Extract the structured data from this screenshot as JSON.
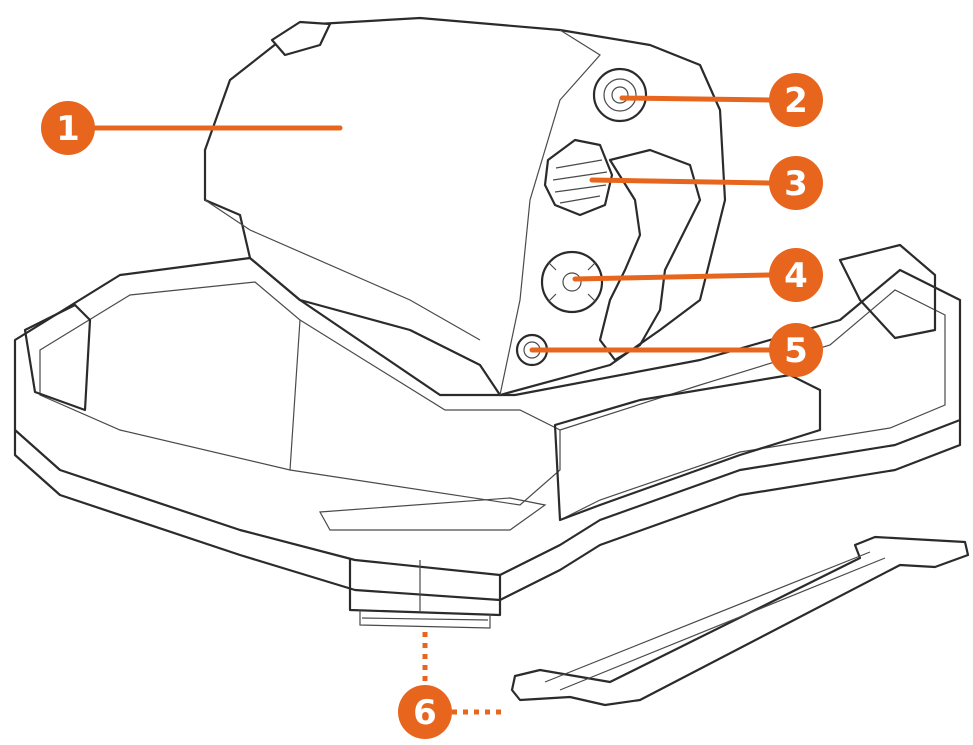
{
  "colors": {
    "accent": "#E8651D",
    "outline": "#2b2b2b",
    "background": "#ffffff"
  },
  "callouts": [
    {
      "label": "1"
    },
    {
      "label": "2"
    },
    {
      "label": "3"
    },
    {
      "label": "4"
    },
    {
      "label": "5"
    },
    {
      "label": "6"
    }
  ]
}
